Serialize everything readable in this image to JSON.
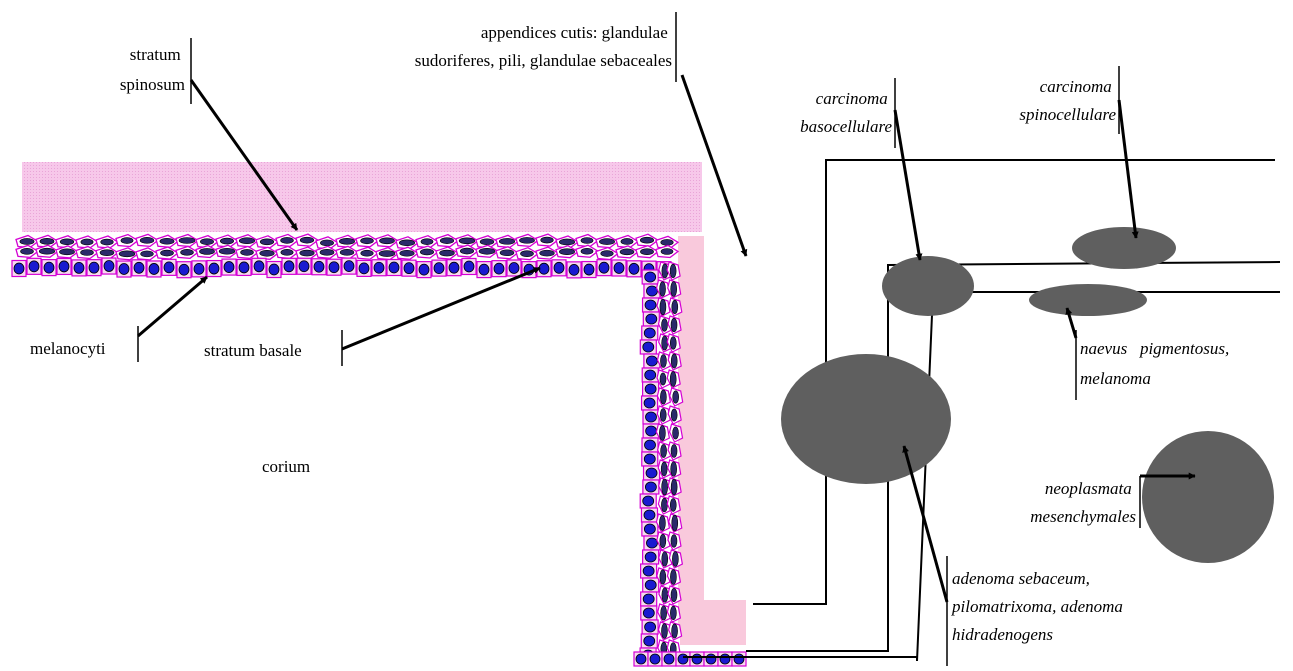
{
  "labels": {
    "stratum_spinosum": [
      "stratum",
      "spinosum"
    ],
    "appendices": [
      "appendices cutis: glandulae",
      "sudoriferes, pili, glandulae sebaceales"
    ],
    "melanocyti": "melanocyti",
    "stratum_basale": "stratum basale",
    "corium": "corium",
    "carcinoma_basocellulare": [
      "carcinoma",
      "basocellulare"
    ],
    "carcinoma_spinocellulare": [
      "carcinoma",
      "spinocellulare"
    ],
    "naevus": [
      "naevus   pigmentosus,",
      "melanoma"
    ],
    "neoplasmata": [
      "neoplasmata",
      "mesenchymales"
    ],
    "adenoma": [
      "adenoma sebaceum,",
      "pilomatrixoma, adenoma",
      "hidradenogens"
    ]
  },
  "colors": {
    "cornified_layer": "#f7c8ea",
    "cell_outline": "#d400d4",
    "nucleus_basal": "#1a1ad0",
    "nucleus_spinous": "#2a2a6a",
    "tumor": "#5f5f5f",
    "follicle": "#f9c9dc",
    "line": "#000000"
  }
}
